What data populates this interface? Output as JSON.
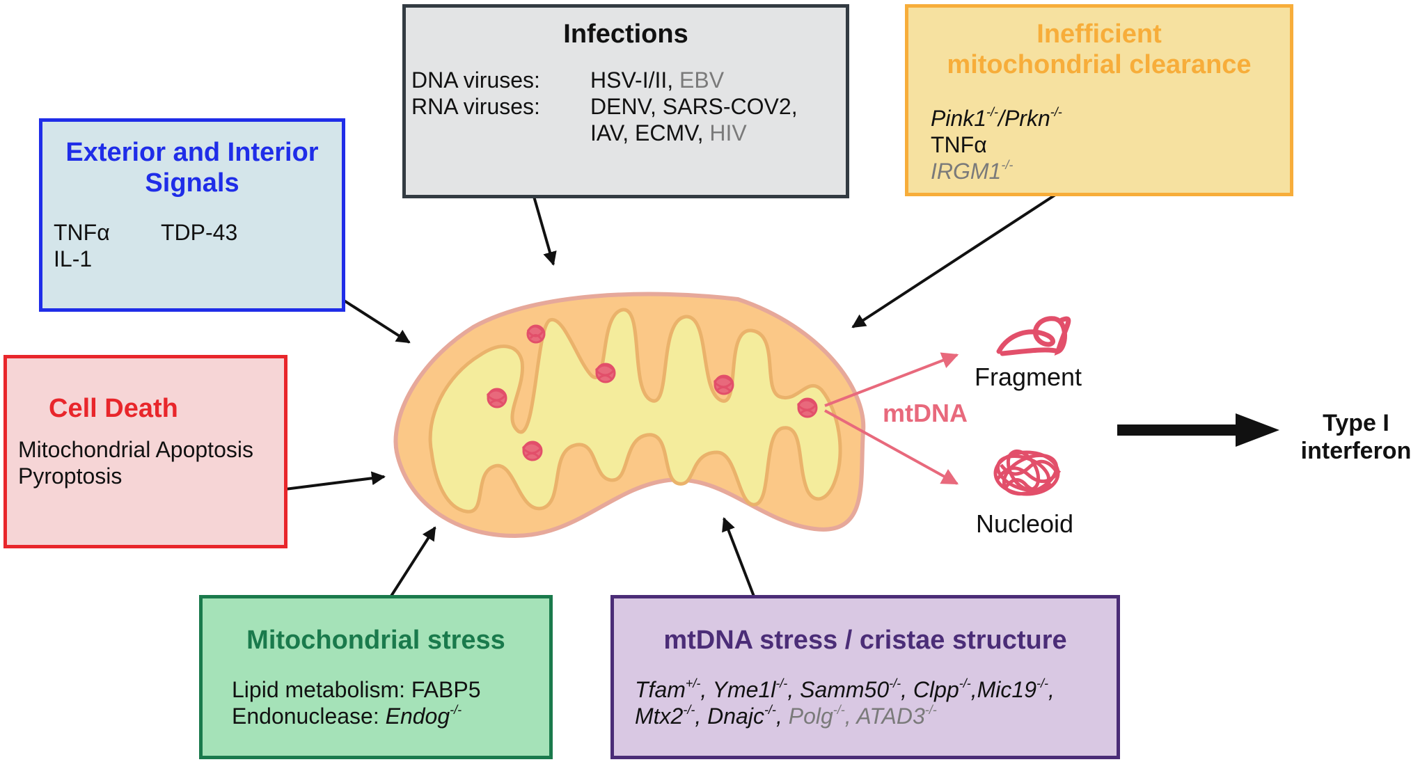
{
  "colors": {
    "blue_title": "#1f2de8",
    "red_title": "#e8262b",
    "green_title": "#1a7a4c",
    "purple_title": "#4b2d77",
    "orange_title": "#f7ad3a",
    "mtdna_pink": "#e8697c",
    "grey_text": "#7a7a7a"
  },
  "exterior": {
    "title_line1": "Exterior and Interior",
    "title_line2": "Signals",
    "item_tnfa": "TNFα",
    "item_tdp43": "TDP-43",
    "item_il1": "IL-1"
  },
  "infections": {
    "title": "Infections",
    "dna_label": "DNA viruses:",
    "rna_label": "RNA viruses:",
    "dna_list_black": "HSV-I/II,",
    "dna_list_grey": "EBV",
    "rna_list_line1": "DENV,  SARS-COV2,",
    "rna_list_line2_black": "IAV, ECMV,",
    "rna_list_line2_grey": "HIV"
  },
  "inefficient": {
    "title_line1": "Inefficient",
    "title_line2": "mitochondrial clearance",
    "gene1": "Pink1",
    "gene1_sup": "-/-",
    "gene_sep": "/",
    "gene2": "Prkn",
    "gene2_sup": "-/-",
    "item_tnfa": "TNFα",
    "grey_gene": "IRGM1",
    "grey_gene_sup": "-/-"
  },
  "cell_death": {
    "title": "Cell Death",
    "item1": "Mitochondrial Apoptosis",
    "item2": "Pyroptosis"
  },
  "mito_stress": {
    "title": "Mitochondrial stress",
    "line1": "Lipid metabolism: FABP5",
    "line2_prefix": "Endonuclease: ",
    "line2_gene": "Endog",
    "line2_sup": "-/-"
  },
  "mtdna_stress": {
    "title": "mtDNA stress / cristae structure",
    "g_tfam": "Tfam",
    "s_tfam": "+/-",
    "sep1": ", ",
    "g_yme": "Yme1l",
    "s_yme": "-/-",
    "sep2": ", ",
    "g_samm": "Samm50",
    "s_samm": "-/-",
    "sep3": ", ",
    "g_clpp": "Clpp",
    "s_clpp": "-/-",
    "sep4": ",",
    "g_mic": "Mic19",
    "s_mic": "-/-",
    "sep5": ",",
    "g_mtx": "Mtx2",
    "s_mtx": "-/-",
    "sep6": ",  ",
    "g_dnajc": "Dnajc",
    "s_dnajc": "-/-",
    "sep7": ", ",
    "g_polg": "Polg",
    "s_polg": "-/-",
    "sep8": ", ",
    "g_atad": "ATAD3",
    "s_atad": "-/-"
  },
  "center": {
    "mtdna_label": "mtDNA",
    "fragment_label": "Fragment",
    "nucleoid_label": "Nucleoid",
    "output_line1": "Type I",
    "output_line2": "interferon"
  }
}
